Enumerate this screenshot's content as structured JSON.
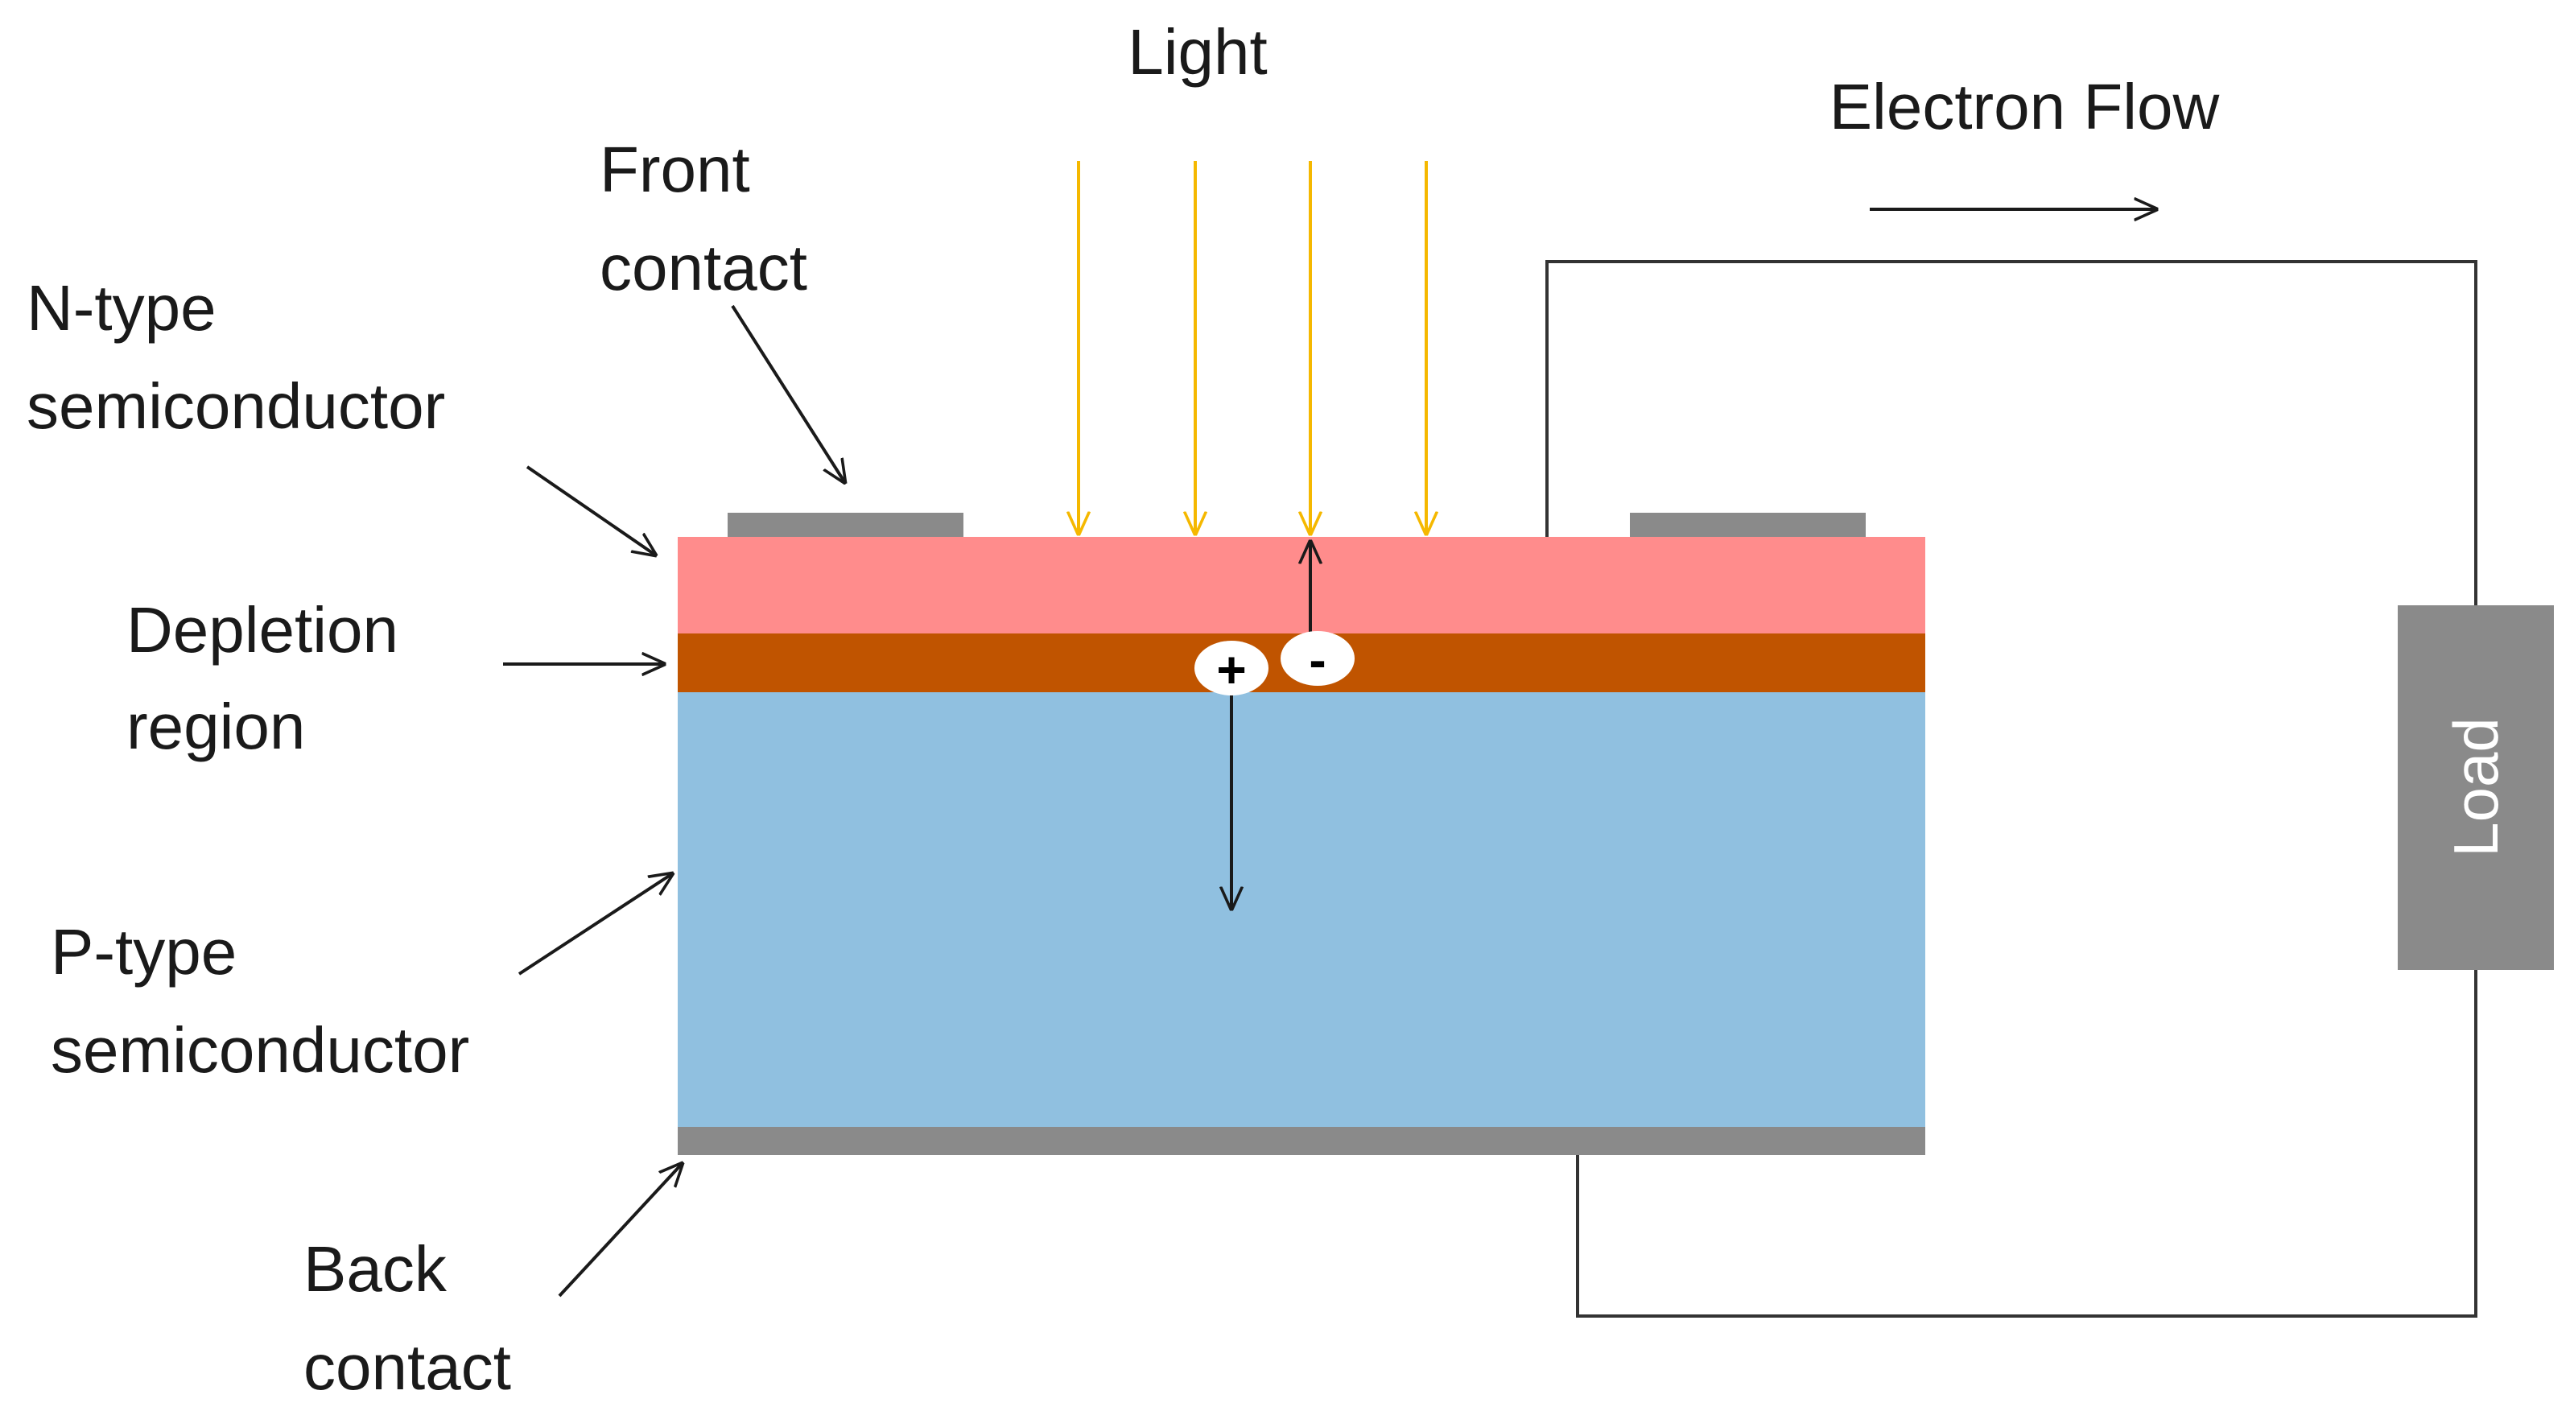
{
  "labels": {
    "light": "Light",
    "electron_flow": "Electron Flow",
    "front_contact": [
      "Front",
      "contact"
    ],
    "n_type": [
      "N-type",
      "semiconductor"
    ],
    "depletion": [
      "Depletion",
      "region"
    ],
    "p_type": [
      "P-type",
      "semiconductor"
    ],
    "back_contact": [
      "Back",
      "contact"
    ],
    "load": "Load",
    "hole_symbol": "+",
    "electron_symbol": "-"
  },
  "colors": {
    "n_layer": "#FF8C8C",
    "depletion_layer": "#C05400",
    "p_layer": "#90C0E0",
    "contact": "#8A8A8A",
    "load_box": "#8A8A8A",
    "light_rays": "#F5B800",
    "wire": "#333333"
  }
}
